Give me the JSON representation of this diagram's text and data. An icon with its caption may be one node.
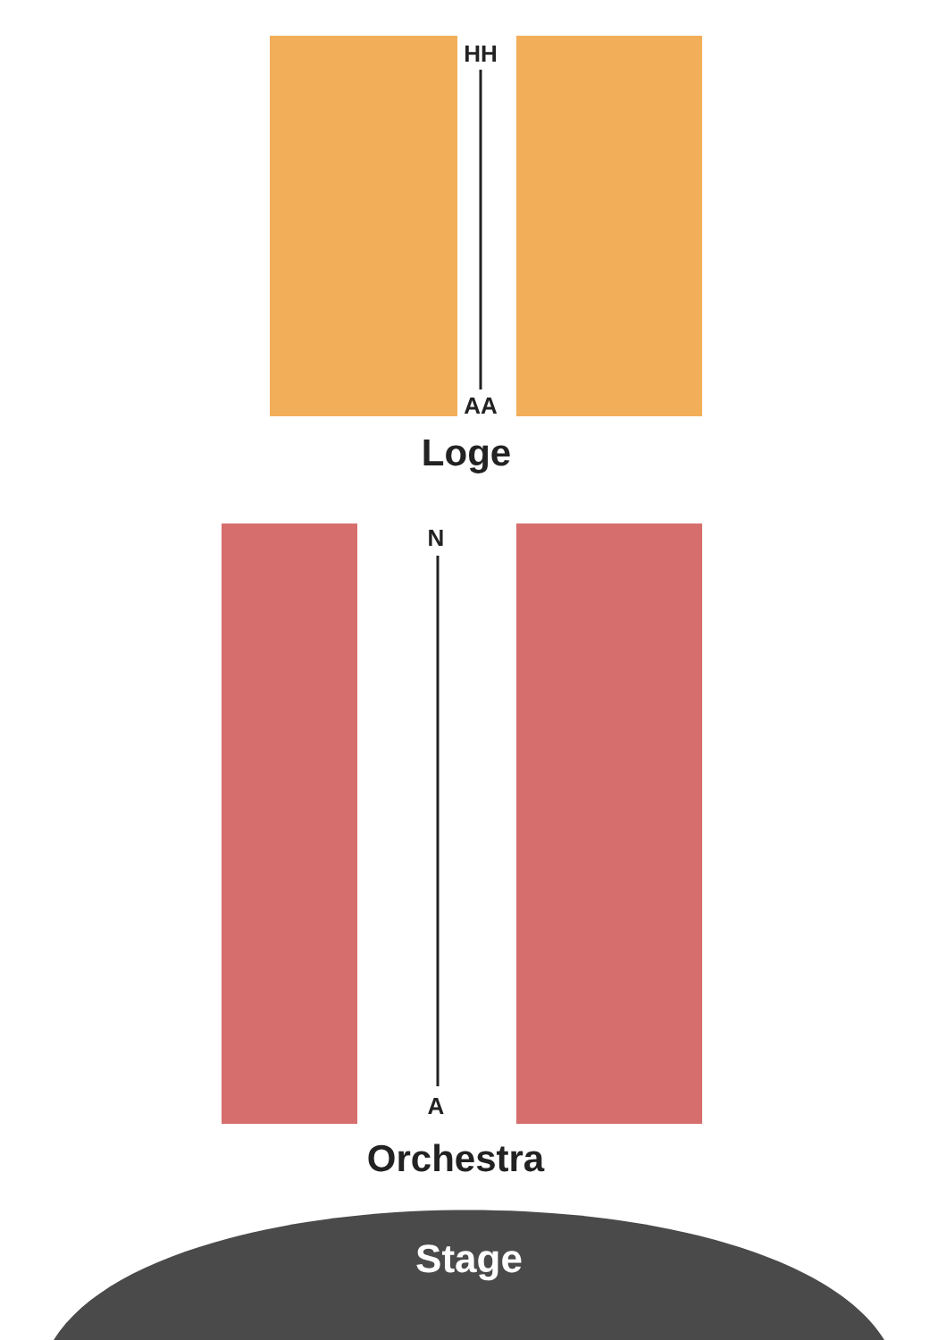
{
  "diagram": {
    "nodes": [
      {
        "text": [],
        "shape": "box"
      },
      {
        "text": [],
        "shape": "box"
      },
      {
        "text": [],
        "shape": "box"
      },
      {
        "text": [],
        "shape": "box"
      },
      {
        "text": [
          "Stage"
        ]
      }
    ],
    "labels": [
      "HH",
      "AA",
      "Loge",
      "N",
      "A",
      "Orchestra"
    ]
  }
}
